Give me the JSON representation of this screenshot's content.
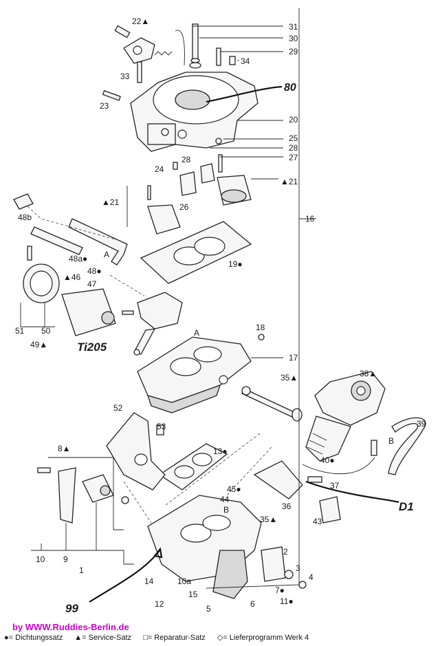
{
  "labels": {
    "l1": "1",
    "l2": "2",
    "l3": "3",
    "l4": "4",
    "l5": "5",
    "l6": "6",
    "l7": "7●",
    "l8": "8▲",
    "l9": "9",
    "l10": "10",
    "l10a": "10a",
    "l11": "11●",
    "l12": "12",
    "l13": "13●",
    "l14": "14",
    "l15": "15",
    "l16": "16",
    "l17": "17",
    "l18": "18",
    "l19": "19●",
    "l20": "20",
    "l21a": "▲21",
    "l21b": "▲21",
    "l22": "22▲",
    "l23": "23",
    "l24": "24",
    "l25": "25",
    "l26": "26",
    "l27": "27",
    "l28a": "28",
    "l28b": "28",
    "l29": "29",
    "l30": "30",
    "l31": "31",
    "l33": "33",
    "l34": "34",
    "l35a": "35▲",
    "l35b": "35▲",
    "l36": "36",
    "l37": "37",
    "l38": "38▲",
    "l39": "39",
    "l40": "40●",
    "l43": "43",
    "l44": "44",
    "l45": "45●",
    "l46": "▲46",
    "l47": "47",
    "l48": "48●",
    "l48a": "48a●",
    "l48b": "48b",
    "l49": "49▲",
    "l50": "50",
    "l51": "51",
    "l52": "52",
    "l53": "53",
    "A1": "A",
    "A2": "A",
    "B1": "B",
    "B2": "B"
  },
  "handwritten": {
    "top_right": "80",
    "left_mid": "Ti205",
    "right_mid": "D1",
    "bottom_left": "99"
  },
  "footer": {
    "site": "by  WWW.Ruddies-Berlin.de",
    "legend": [
      "●= Dichtungssatz",
      "▲= Service-Satz",
      "□= Reparatur-Satz",
      "◇= Lieferprogramm Werk 4"
    ]
  }
}
